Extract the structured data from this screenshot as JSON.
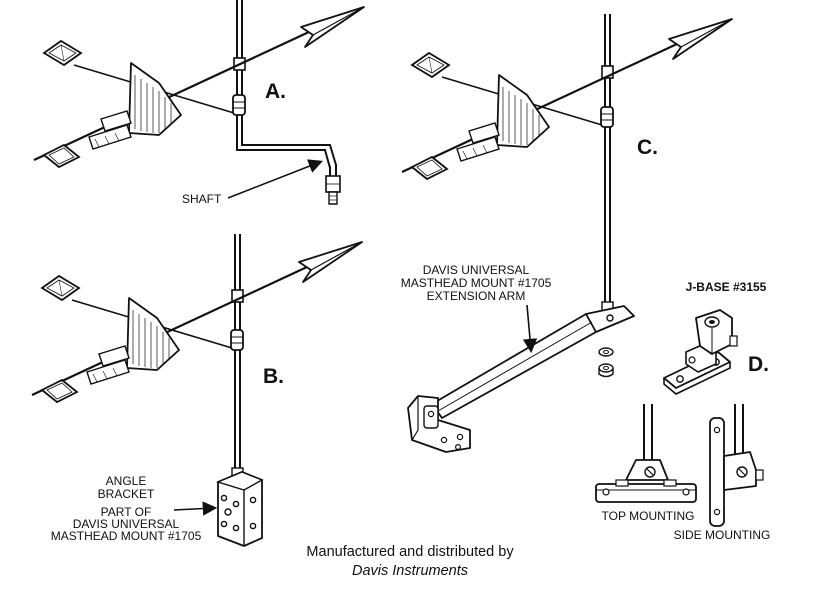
{
  "panels": {
    "a": {
      "letter": "A.",
      "shaft_label": "SHAFT"
    },
    "b": {
      "letter": "B.",
      "bracket_title": [
        "ANGLE",
        "BRACKET"
      ],
      "bracket_note": [
        "PART OF",
        "DAVIS UNIVERSAL",
        "MASTHEAD MOUNT #1705"
      ]
    },
    "c": {
      "letter": "C.",
      "arm_label": [
        "DAVIS UNIVERSAL",
        "MASTHEAD MOUNT #1705",
        "EXTENSION ARM"
      ]
    },
    "d": {
      "letter": "D.",
      "jbase_label": "J-BASE #3155",
      "top_mounting": "TOP MOUNTING",
      "side_mounting": "SIDE MOUNTING"
    }
  },
  "caption": {
    "line1": "Manufactured and distributed by",
    "line2": "Davis Instruments"
  }
}
